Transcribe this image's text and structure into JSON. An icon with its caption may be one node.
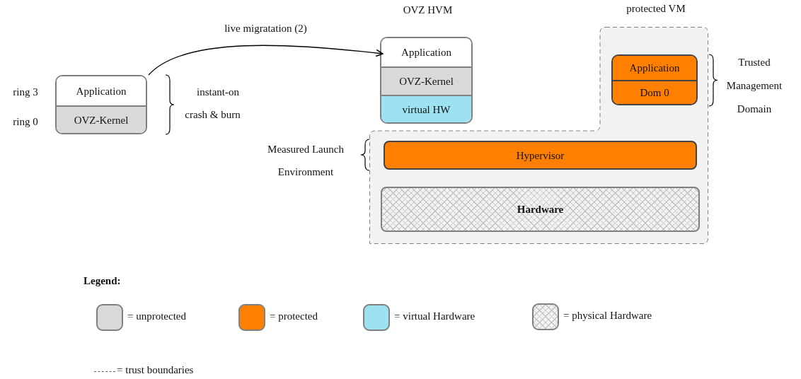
{
  "diagram": {
    "nodes": [
      {
        "text": [],
        "shape": "box",
        "beside": [
          "instant-on",
          "crash & burn"
        ]
      },
      {
        "text": [
          "Application"
        ],
        "in": 0,
        "beside": [
          "ring 3"
        ]
      },
      {
        "text": [
          "OVZ-Kernel"
        ],
        "in": 0,
        "beside": [
          "ring 0"
        ]
      },
      {
        "text": [
          "OVZ HVM"
        ]
      },
      {
        "text": [
          "Application"
        ],
        "in": 3
      },
      {
        "text": [
          "OVZ-Kernel"
        ],
        "in": 3
      },
      {
        "text": [
          "virtual HW"
        ],
        "in": 3
      },
      {
        "text": [
          "protected VM"
        ]
      },
      {
        "text": [],
        "shape": "box",
        "in": 7,
        "beside": [
          "Trusted Management Domain"
        ]
      },
      {
        "text": [
          "Application"
        ],
        "in": 8
      },
      {
        "text": [
          "Dom 0"
        ],
        "in": 8
      },
      {
        "text": [
          "Hypervisor"
        ],
        "in": 7,
        "beside": [
          "Measured Launch Environment"
        ]
      },
      {
        "text": [
          "Hardware"
        ],
        "in": 7
      }
    ],
    "edges": [
      {
        "from": 1,
        "to": 4,
        "arrow": "to",
        "label": "live migratation (2)"
      }
    ],
    "labels": [
      "Legend:"
    ],
    "legend": [
      {
        "text": "= unprotected",
        "color": "#d9d9d9"
      },
      {
        "text": "= protected",
        "color": "#ff8000"
      },
      {
        "text": "= virtual Hardware",
        "color": "#9ce2f0"
      },
      {
        "text": "= physical Hardware"
      },
      {
        "text": "= trust boundaries"
      }
    ]
  }
}
